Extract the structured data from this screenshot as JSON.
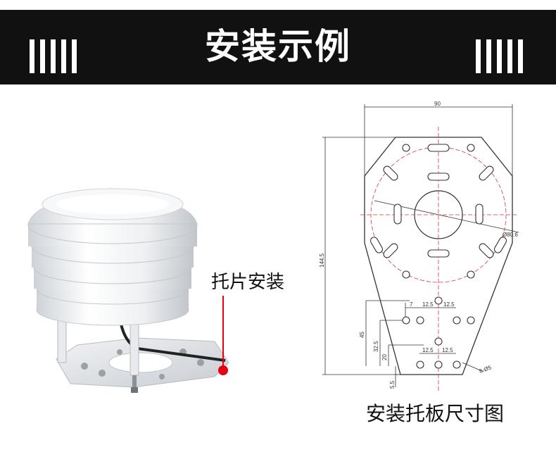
{
  "header": {
    "title": "安装示例"
  },
  "product": {
    "mount_label": "托片安装"
  },
  "drawing": {
    "caption": "安装托板尺寸图",
    "dim_width": "90",
    "dim_height": "144.5",
    "dim_circle": "Ø80.6",
    "dim_7": "7",
    "dim_12_5_a": "12.5",
    "dim_12_5_b": "12.5",
    "dim_12_5_c": "12.5",
    "dim_12_5_d": "12.5",
    "dim_45": "45",
    "dim_32_5": "32.5",
    "dim_20": "20",
    "dim_5_5": "5.5",
    "dim_holes": "8-Ø5"
  },
  "colors": {
    "banner": "#111111",
    "accent_red": "#e60012",
    "centerline": "#d9343b"
  }
}
